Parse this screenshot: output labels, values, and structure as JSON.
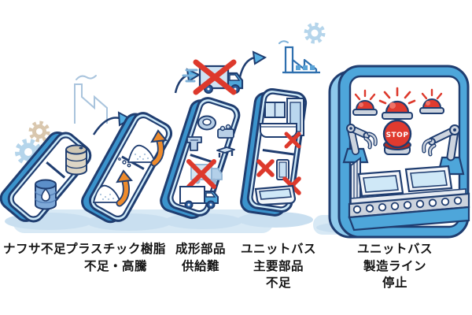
{
  "figure": {
    "type": "domino-cascade-supply-chain-infographic",
    "stop_label": "STOP"
  },
  "stages": [
    {
      "label_lines": [
        "ナフサ不足"
      ],
      "icon": "oil-barrels"
    },
    {
      "label_lines": [
        "プラスチック樹脂",
        "不足・高騰"
      ],
      "icon": "resin-piles-price-up-arrows"
    },
    {
      "label_lines": [
        "成形部品",
        "供給難"
      ],
      "icon": "molded-parts-crossed-trucks"
    },
    {
      "label_lines": [
        "ユニットバス",
        "主要部品",
        "不足"
      ],
      "icon": "bathroom-parts-crossed"
    },
    {
      "label_lines": [
        "ユニットバス",
        "製造ライン",
        "停止"
      ],
      "icon": "stopped-production-line"
    }
  ],
  "colors": {
    "outline_navy": "#1f3d70",
    "card_blue": "#4ea6da",
    "card_side_blue": "#3b93cc",
    "card_trim_blue": "#cde9f8",
    "alert_red": "#dd392c",
    "price_arrow_orange": "#ee8b2c",
    "ground_blue": "#d8e9f5",
    "metal_gray": "#cdd4de",
    "sketch_blue": "#a9c4dd"
  }
}
